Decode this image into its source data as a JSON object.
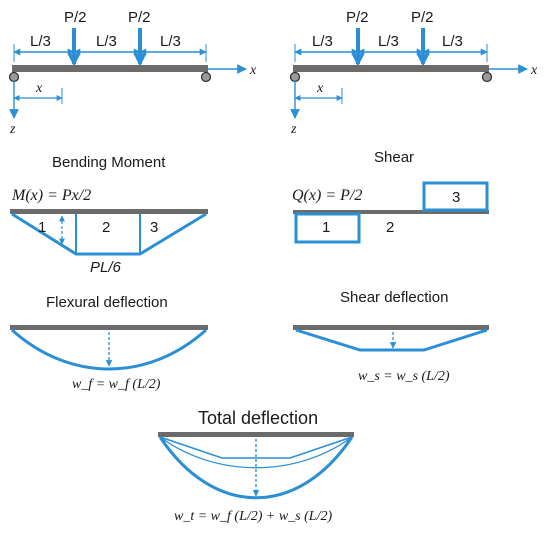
{
  "colors": {
    "beam": "#6b6b6b",
    "accent": "#2a8fd4",
    "text": "#1a1a1a"
  },
  "beam_left": {
    "load1": "P/2",
    "load2": "P/2",
    "span1": "L/3",
    "span2": "L/3",
    "span3": "L/3",
    "x_axis": "x",
    "x_dim": "x",
    "z_axis": "z"
  },
  "beam_right": {
    "load1": "P/2",
    "load2": "P/2",
    "span1": "L/3",
    "span2": "L/3",
    "span3": "L/3",
    "x_axis": "x",
    "x_dim": "x",
    "z_axis": "z"
  },
  "bending": {
    "title": "Bending Moment",
    "equation": "M(x) = Px/2",
    "region1": "1",
    "region2": "2",
    "region3": "3",
    "max_label": "PL/6"
  },
  "shear": {
    "title": "Shear",
    "equation": "Q(x) = P/2",
    "region1": "1",
    "region2": "2",
    "region3": "3"
  },
  "flexural": {
    "title": "Flexural deflection",
    "equation": "w_f = w_f (L/2)"
  },
  "shear_deflection": {
    "title": "Shear deflection",
    "equation": "w_s = w_s (L/2)"
  },
  "total": {
    "title": "Total deflection",
    "equation": "w_t = w_f (L/2) + w_s (L/2)"
  }
}
